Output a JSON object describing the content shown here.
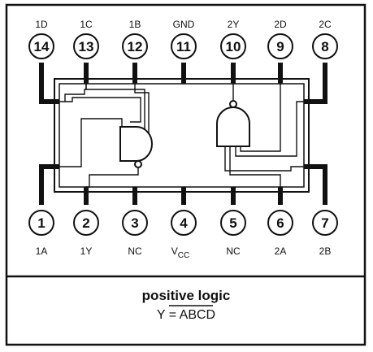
{
  "top_pins": [
    {
      "number": "14",
      "label": "1D"
    },
    {
      "number": "13",
      "label": "1C"
    },
    {
      "number": "12",
      "label": "1B"
    },
    {
      "number": "11",
      "label": "GND"
    },
    {
      "number": "10",
      "label": "2Y"
    },
    {
      "number": "9",
      "label": "2D"
    },
    {
      "number": "8",
      "label": "2C"
    }
  ],
  "bottom_pins": [
    {
      "number": "1",
      "label": "1A"
    },
    {
      "number": "2",
      "label": "1Y"
    },
    {
      "number": "3",
      "label": "NC"
    },
    {
      "number": "4",
      "label": "V",
      "label_sub": "CC"
    },
    {
      "number": "5",
      "label": "NC"
    },
    {
      "number": "6",
      "label": "2A"
    },
    {
      "number": "7",
      "label": "2B"
    }
  ],
  "logic": {
    "title": "positive logic",
    "lhs": "Y = ",
    "rhs": "ABCD"
  },
  "colors": {
    "ink": "#111111",
    "background": "#ffffff"
  }
}
